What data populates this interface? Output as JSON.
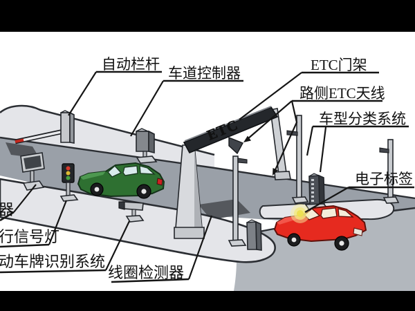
{
  "figure": {
    "kind": "isometric-technical-diagram",
    "subject": "ETC (electronic toll collection) lane system",
    "gantry_sign_text": "ETC",
    "labels": {
      "auto_barrier": "自动栏杆",
      "lane_controller": "车道控制器",
      "etc_gantry": "ETC门架",
      "roadside_etc_antenna": "路侧ETC天线",
      "vehicle_type_classification": "车型分类系统",
      "electronic_tag": "电子标签",
      "toll_display_cut": "器",
      "pass_signal_light_cut": "行信号灯",
      "plate_recognition_cut": "动车牌识别系统",
      "loop_detector": "线圈检测器"
    },
    "colors": {
      "letterbox": "#000000",
      "background": "#ffffff",
      "island": "#e4e5e9",
      "road": "#9aa0a8",
      "right_lane": "#b2b7bd",
      "loop_patch": "#55585d",
      "pointer_line": "#151515",
      "green_car": "#2e7031",
      "red_car": "#e62a1f",
      "gantry_beam": "#24272b",
      "tag_glow": "#f3e97c"
    }
  }
}
